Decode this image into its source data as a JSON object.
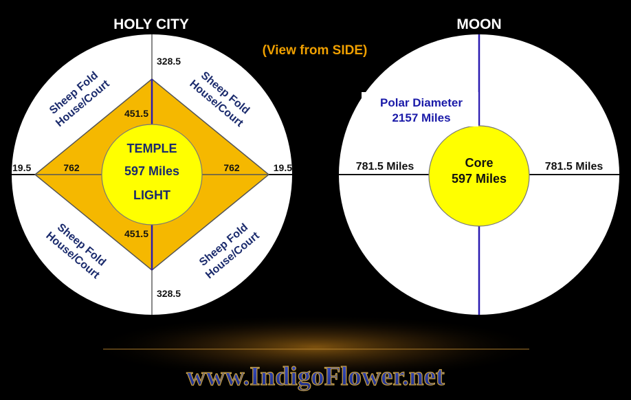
{
  "subtitle": "(View from SIDE)",
  "holy_city": {
    "title": "HOLY CITY",
    "temple_label": "TEMPLE",
    "temple_size": "597 Miles",
    "light_label": "LIGHT",
    "measure_top": "328.5",
    "measure_bottom": "328.5",
    "measure_upper_inner": "451.5",
    "measure_lower_inner": "451.5",
    "measure_left_inner": "762",
    "measure_right_inner": "762",
    "measure_left_edge": "19.5",
    "measure_right_edge": "19.5",
    "quadrant_line1": "Sheep Fold",
    "quadrant_line2": "House/Court"
  },
  "moon": {
    "title": "MOON",
    "polar_label": "Polar Diameter",
    "polar_value": "2157 Miles",
    "left_radius": "781.5 Miles",
    "right_radius": "781.5 Miles",
    "core_label": "Core",
    "core_size": "597 Miles"
  },
  "footer": {
    "website": "www.IndigoFlower.net"
  },
  "colors": {
    "background": "#000000",
    "circle_fill": "#ffffff",
    "diamond_fill": "#f5b800",
    "inner_circle_fill": "#ffff00",
    "navy_text": "#1a2a6c",
    "orange_text": "#f0a000",
    "blue_text": "#1a1aa8",
    "axis_blue": "#2a1ab0",
    "axis_gray": "#888888"
  }
}
